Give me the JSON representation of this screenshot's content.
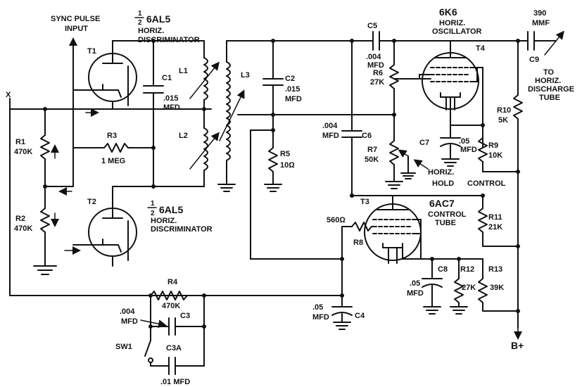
{
  "labels": {
    "sync_line1": "SYNC PULSE",
    "sync_line2": "INPUT",
    "x_terminal": "X",
    "half_a": "1",
    "half_a_den": "2",
    "tube_a": "6AL5",
    "horiz_a": "HORIZ.",
    "disc_a": "DISCRIMINATOR",
    "half_b": "1",
    "half_b_den": "2",
    "tube_b": "6AL5",
    "horiz_b": "HORIZ.",
    "disc_b": "DISCRIMINATOR",
    "t1": "T1",
    "t2": "T2",
    "t3": "T3",
    "t4": "T4",
    "c1": "C1",
    "c1_val": ".015",
    "c1_unit": "MFD",
    "l1": "L1",
    "l2": "L2",
    "l3": "L3",
    "c2": "C2",
    "c2_val": ".015",
    "c2_unit": "MFD",
    "r1": "R1",
    "r1_val": "470K",
    "r2": "R2",
    "r2_val": "470K",
    "r3": "R3",
    "r3_val": "1 MEG",
    "r5": "R5",
    "r5_val": "10Ω",
    "c5": "C5",
    "c5_val": ".004",
    "c5_unit": "MFD",
    "r6": "R6",
    "r6_val": "27K",
    "tube_6k6": "6K6",
    "horiz_osc1": "HORIZ.",
    "horiz_osc2": "OSCILLATOR",
    "c9_val": "390",
    "c9_unit": "MMF",
    "c9": "C9",
    "to1": "TO",
    "to2": "HORIZ.",
    "to3": "DISCHARGE",
    "to4": "TUBE",
    "r10": "R10",
    "r10_val": "5K",
    "c6_val": ".004",
    "c6_unit": "MFD",
    "c6": "C6",
    "c7": "C7",
    "c7_val": ".05",
    "c7_unit": "MFD",
    "r9": "R9",
    "r9_val": "10K",
    "r7": "R7",
    "r7_val": "50K",
    "hold1": "HORIZ.",
    "hold2": "HOLD",
    "hold3": "CONTROL",
    "tube_6ac7": "6AC7",
    "control1": "CONTROL",
    "control2": "TUBE",
    "r11": "R11",
    "r11_val": "21K",
    "r8_val": "560Ω",
    "r8": "R8",
    "r4": "R4",
    "r4_val": "470K",
    "c3_val": ".004",
    "c3_unit": "MFD",
    "c3": "C3",
    "sw1": "SW1",
    "c3a": "C3A",
    "c3a_val": ".01 MFD",
    "c4_val": ".05",
    "c4_unit": "MFD",
    "c4": "C4",
    "c8": "C8",
    "c8_val": ".05",
    "c8_unit": "MFD",
    "r12": "R12",
    "r12_val": "27K",
    "r13": "R13",
    "r13_val": "39K",
    "bplus": "B+"
  }
}
